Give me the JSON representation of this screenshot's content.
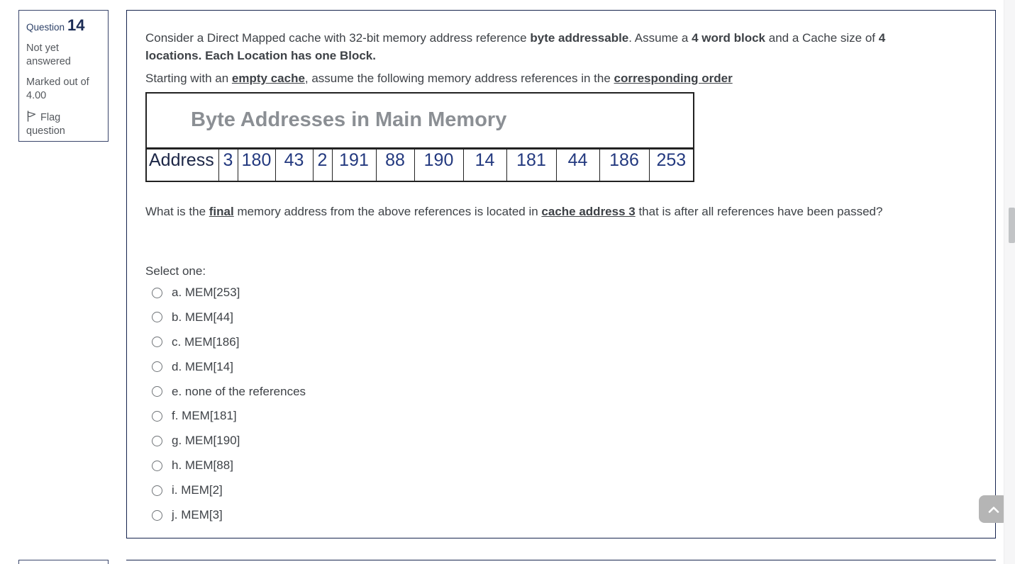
{
  "sidebar": {
    "question_label": "Question",
    "question_number": "14",
    "status_text": "Not yet answered",
    "marked_text": "Marked out of 4.00",
    "flag_icon": "flag-outline-icon",
    "flag_label": "Flag question"
  },
  "question": {
    "intro": {
      "t1": "Consider a Direct Mapped cache with 32-bit memory address reference ",
      "b1": "byte addressable",
      "t2": ". Assume a ",
      "b2": "4 word block",
      "t3": " and a Cache size of ",
      "b3": "4",
      "b4": "locations. Each Location has one Block."
    },
    "setup": {
      "t1": "Starting with an ",
      "u1": "empty cache",
      "t2": ", assume the following memory address references in the ",
      "u2": "corresponding order"
    },
    "table": {
      "title": "Byte Addresses in Main Memory",
      "row_header": "Address",
      "addresses": [
        "3",
        "180",
        "43",
        "2",
        "191",
        "88",
        "190",
        "14",
        "181",
        "44",
        "186",
        "253"
      ]
    },
    "prompt": {
      "t1": "What is the ",
      "u1": "final",
      "t2": " memory address from the above references is located in ",
      "u2": "cache address 3",
      "t3": " that is after all references have been passed?"
    },
    "select_label": "Select one:",
    "options": [
      "a. MEM[253]",
      "b. MEM[44]",
      "c. MEM[186]",
      "d. MEM[14]",
      "e. none of the references",
      "f. MEM[181]",
      "g. MEM[190]",
      "h. MEM[88]",
      "i. MEM[2]",
      "j. MEM[3]"
    ]
  },
  "scroll": {
    "to_top_icon": "chevron-up"
  },
  "colors": {
    "panel_border_navy": "#16244e",
    "info_border_navy": "#39456b",
    "body_text": "#3e4247",
    "sidebar_text_gray": "#54585d",
    "question_number_navy": "#1b2c55",
    "table_title_gray": "#8b8f94",
    "address_number_navy": "#23397f",
    "table_border": "#222222",
    "scroll_button_gray": "#b5b5b5",
    "scrollbar_thumb": "#c2c4c6"
  }
}
